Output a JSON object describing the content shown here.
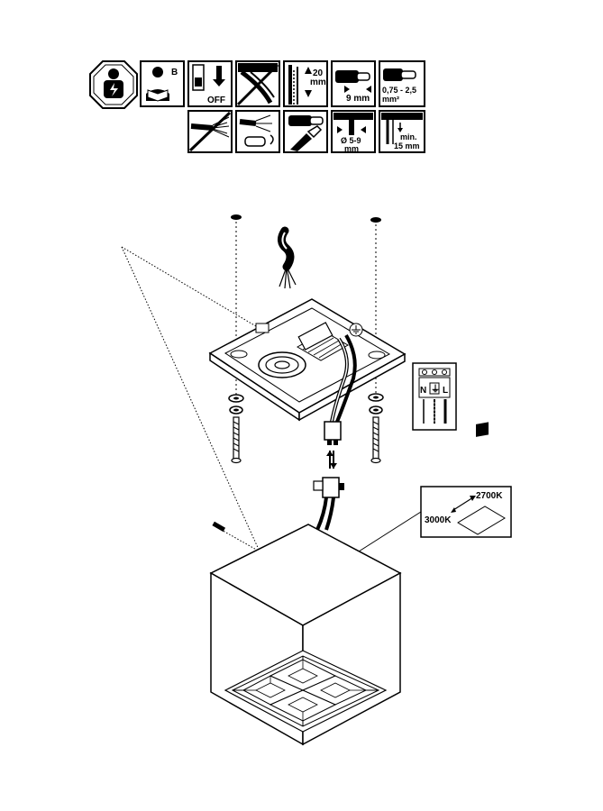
{
  "header_icons": [
    {
      "id": "qualified-electrician",
      "icon": "electrician-octagon-icon"
    },
    {
      "id": "read-instructions",
      "icon": "read-manual-icon",
      "label": "B"
    },
    {
      "id": "power-off",
      "icon": "power-off-icon",
      "label": "OFF"
    },
    {
      "id": "no-cut-cable",
      "icon": "no-cut-cable-icon"
    },
    {
      "id": "strip-20mm",
      "icon": "strip-length-icon",
      "value": "20",
      "unit": "mm"
    },
    {
      "id": "strip-9mm",
      "icon": "wire-strip-9mm-icon",
      "label": "9 mm"
    },
    {
      "id": "wire-section",
      "icon": "wire-cross-section-icon",
      "label": "0,75 - 2,5",
      "unit": "mm²"
    }
  ],
  "second_row_icons": [
    {
      "id": "no-stranded-wire",
      "icon": "no-stranded-wire-icon"
    },
    {
      "id": "ferrule",
      "icon": "wire-ferrule-icon"
    },
    {
      "id": "crimp",
      "icon": "crimp-tool-icon"
    },
    {
      "id": "cable-diameter",
      "icon": "cable-diameter-icon",
      "label": "Ø 5-9",
      "unit": "mm"
    },
    {
      "id": "min-strip",
      "icon": "min-strip-length-icon",
      "label": "min.",
      "value": "15 mm"
    }
  ],
  "terminal_block": {
    "labels": [
      "N",
      "⏚",
      "L"
    ]
  },
  "color_temp": {
    "warm": "2700K",
    "neutral": "3000K"
  }
}
